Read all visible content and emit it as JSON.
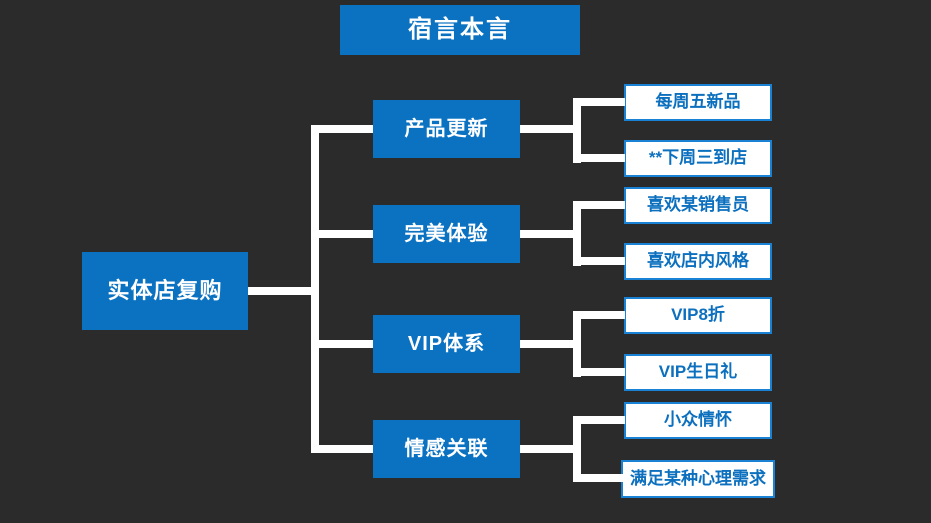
{
  "title": "宿言本言",
  "root": {
    "label": "实体店复购"
  },
  "branches": [
    {
      "label": "产品更新",
      "children": [
        "每周五新品",
        "**下周三到店"
      ]
    },
    {
      "label": "完美体验",
      "children": [
        "喜欢某销售员",
        "喜欢店内风格"
      ]
    },
    {
      "label": "VIP体系",
      "children": [
        "VIP8折",
        "VIP生日礼"
      ]
    },
    {
      "label": "情感关联",
      "children": [
        "小众情怀",
        "满足某种心理需求"
      ]
    }
  ],
  "colors": {
    "bg": "#2b2b2b",
    "accent": "#0b72c2",
    "leaf_border": "#1a82d4",
    "leaf_text": "#0c70bf",
    "line": "#ffffff"
  }
}
